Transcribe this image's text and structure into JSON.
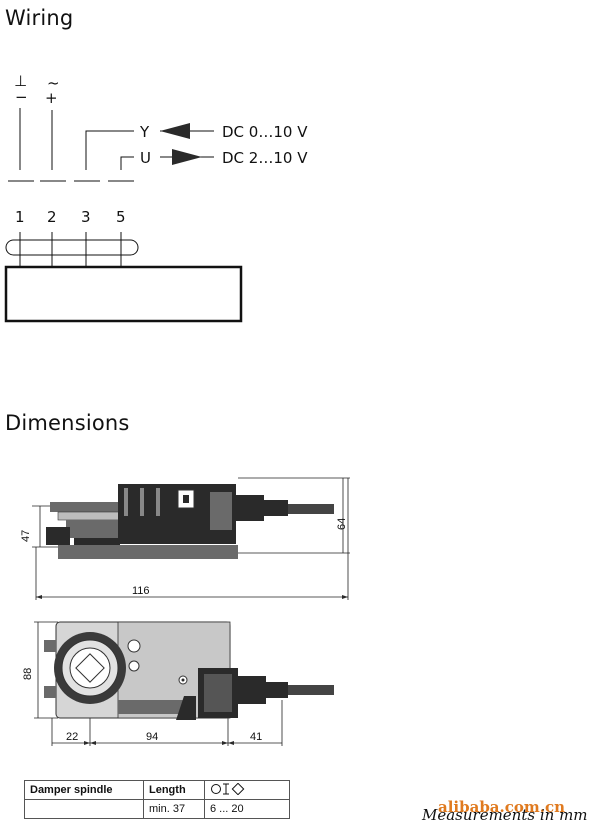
{
  "wiring": {
    "heading": "Wiring",
    "top_symbols": {
      "ground": "⊥",
      "minus": "−",
      "ac": "~",
      "plus": "+"
    },
    "terminals": [
      "1",
      "2",
      "3",
      "5"
    ],
    "signals": [
      {
        "name": "Y",
        "value": "DC 0…10 V"
      },
      {
        "name": "U",
        "value": "DC 2…10 V"
      }
    ]
  },
  "dimensions": {
    "heading": "Dimensions",
    "side_view": {
      "height_left": "47",
      "height_right": "64",
      "width": "116"
    },
    "top_view": {
      "height": "88",
      "segments": [
        "22",
        "94",
        "41"
      ]
    }
  },
  "table": {
    "headers": [
      "Damper spindle",
      "Length",
      ""
    ],
    "row": [
      "",
      "min. 37",
      "6 ... 20"
    ]
  },
  "footer": {
    "note": "Measurements in mm",
    "watermark": "alibaba.com.cn"
  }
}
